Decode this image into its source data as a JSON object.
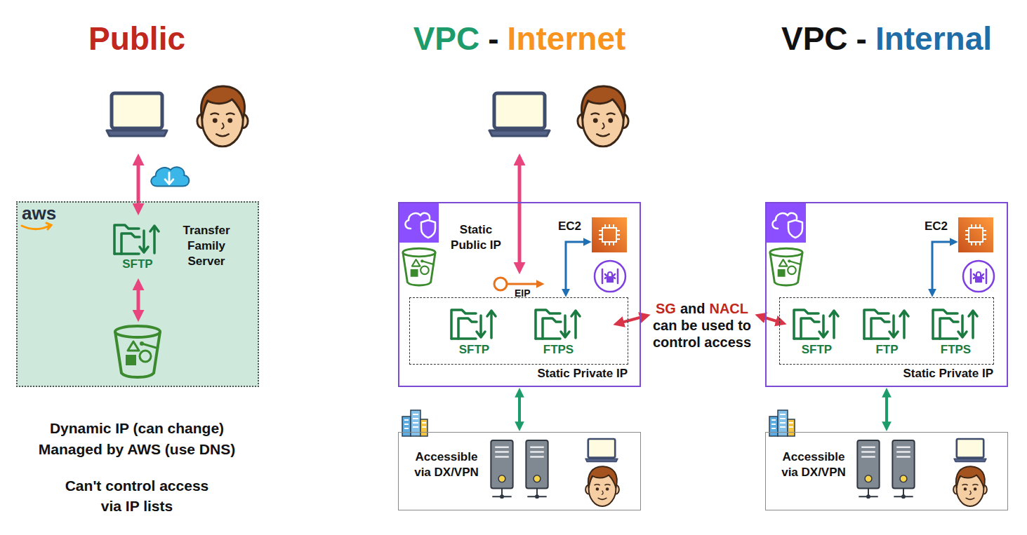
{
  "diagram": {
    "nodes": [
      {
        "text": [
          "aws"
        ]
      },
      {
        "text": [
          "SFTP",
          "Transfer Family Server"
        ],
        "in": 0
      },
      {
        "text": [
          "Static Public IP",
          "EIP"
        ]
      },
      {
        "text": [
          "EC2"
        ],
        "in": 2
      },
      {
        "text": [
          "Static Private IP"
        ],
        "in": 2
      },
      {
        "text": [
          "SFTP"
        ],
        "in": 4
      },
      {
        "text": [
          "FTPS"
        ],
        "in": 4
      },
      {
        "text": [
          "Accessible via DX/VPN"
        ]
      },
      {
        "text": []
      },
      {
        "text": [
          "EC2"
        ],
        "in": 8
      },
      {
        "text": [
          "Static Private IP"
        ],
        "in": 8
      },
      {
        "text": [
          "SFTP"
        ],
        "in": 10
      },
      {
        "text": [
          "FTP"
        ],
        "in": 10
      },
      {
        "text": [
          "FTPS"
        ],
        "in": 10
      },
      {
        "text": [
          "Accessible via DX/VPN"
        ]
      }
    ],
    "edges": [
      {
        "from": 4,
        "to": 3,
        "arrow": "both"
      },
      {
        "from": 2,
        "to": 7,
        "arrow": "both"
      },
      {
        "from": 10,
        "to": 9,
        "arrow": "both"
      },
      {
        "from": 8,
        "to": 14,
        "arrow": "both"
      }
    ],
    "labels": [
      "Public",
      "VPC",
      "-",
      "Internet",
      "VPC",
      "-",
      "Internal",
      "Dynamic IP (can change)",
      "Managed by AWS (use DNS)",
      "Can't control access via IP lists",
      "SG",
      "and",
      "NACL",
      "can be used to control access"
    ]
  }
}
